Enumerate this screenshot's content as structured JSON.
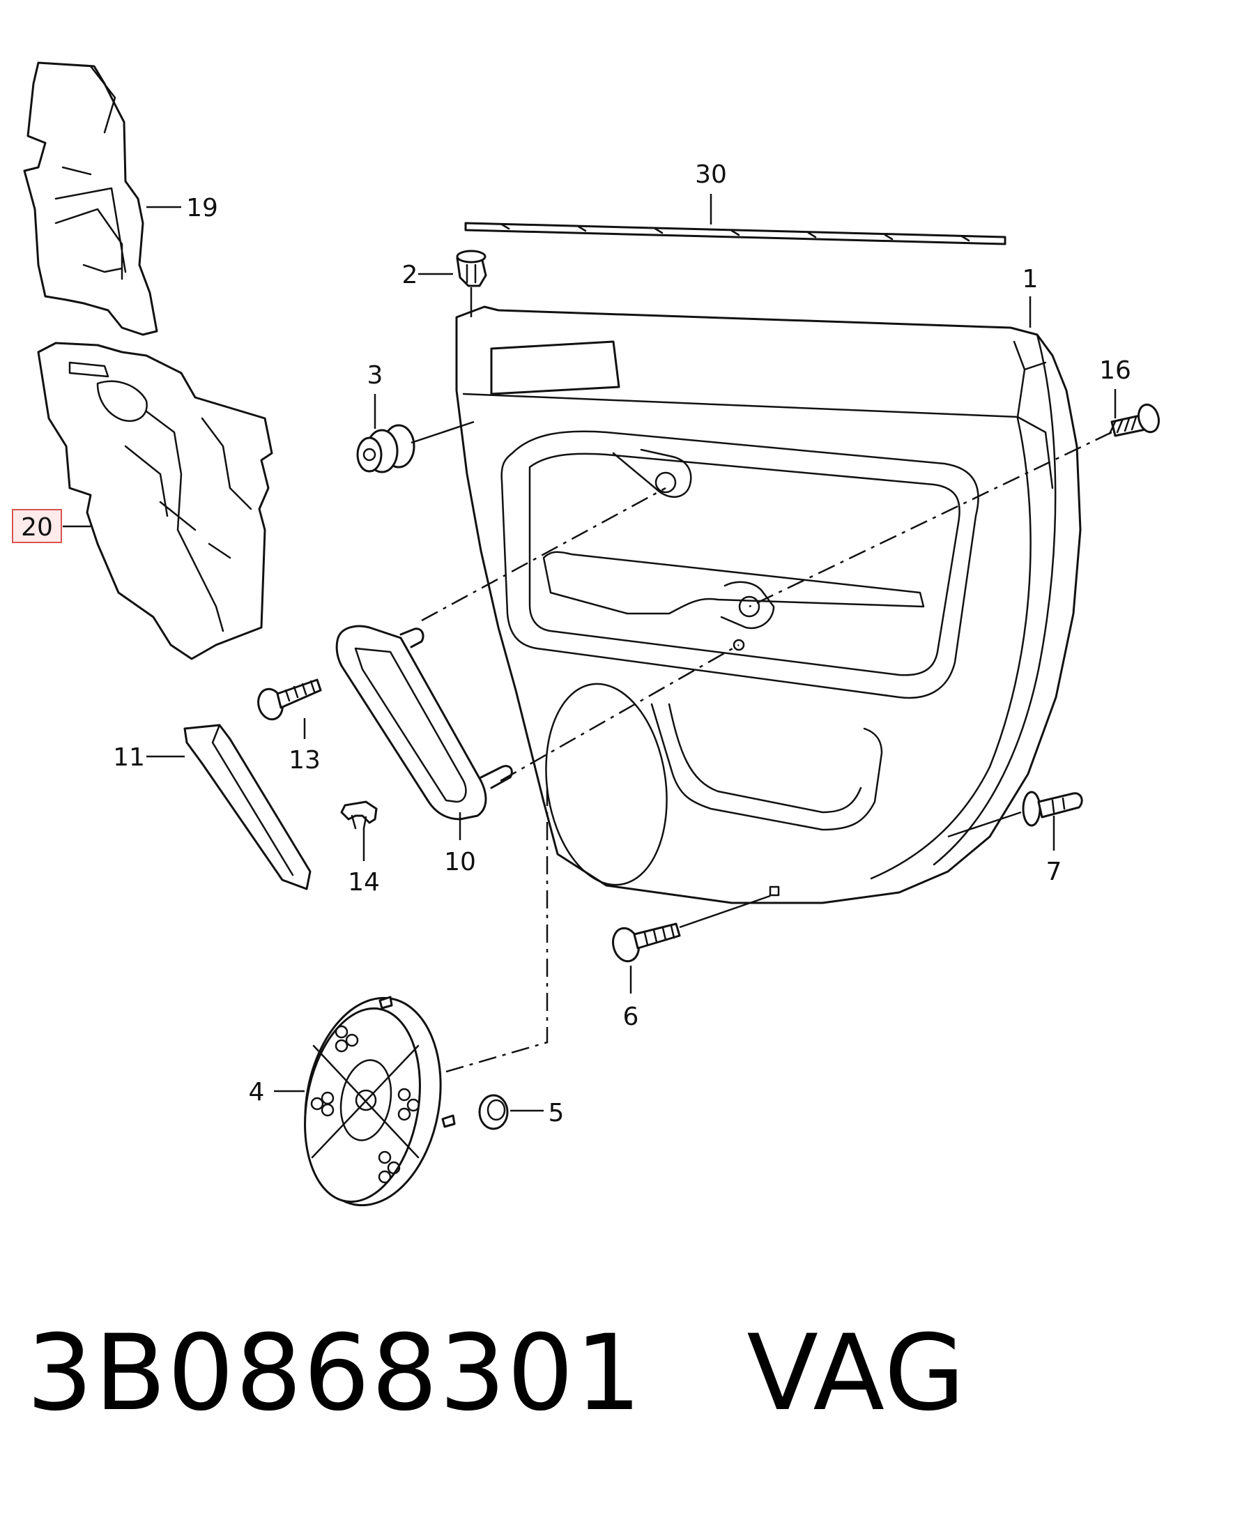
{
  "callouts": {
    "c1": "1",
    "c2": "2",
    "c3": "3",
    "c4": "4",
    "c5": "5",
    "c6": "6",
    "c7": "7",
    "c10": "10",
    "c11": "11",
    "c13": "13",
    "c14": "14",
    "c16": "16",
    "c19": "19",
    "c20": "20",
    "c30": "30"
  },
  "highlighted_callout": "20",
  "caption": {
    "part_number": "3B0868301",
    "brand": "VAG"
  },
  "colors": {
    "line": "#111111",
    "highlight_border": "#d9534f",
    "highlight_fill": "#fdeaea"
  }
}
